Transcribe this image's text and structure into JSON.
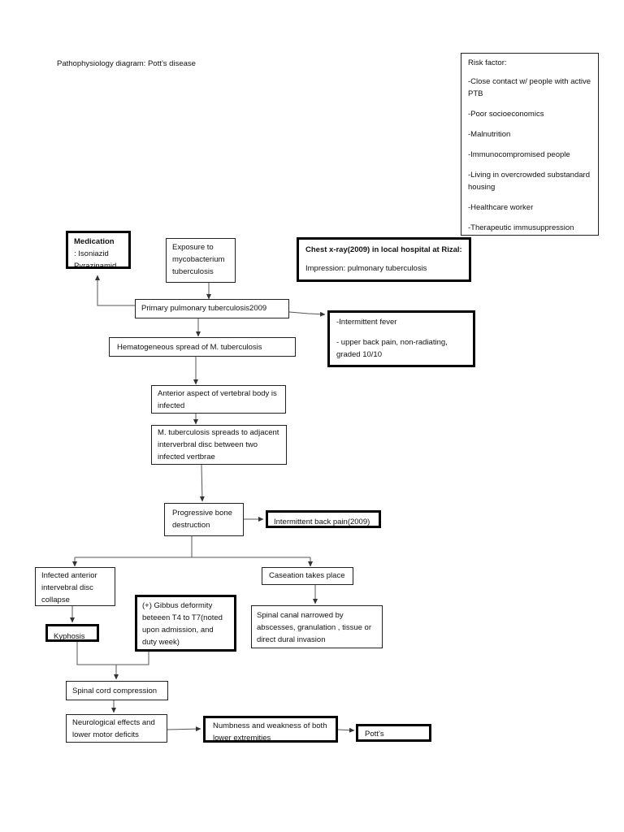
{
  "title": "Pathophysiology diagram: Pott’s disease",
  "risk": {
    "heading": "Risk factor:",
    "items": [
      "-Close contact w/ people with active PTB",
      "-Poor socioeconomics",
      "-Malnutrition",
      "-Immunocompromised people",
      "-Living in overcrowded substandard housing",
      "-Healthcare worker",
      "-Therapeutic immusuppression"
    ]
  },
  "medication": {
    "heading": "Medication",
    "line1": ": Isoniazid",
    "line2": "Pyrazinamid"
  },
  "exposure": "Exposure to mycobacterium tuberculosis",
  "xray": {
    "heading": "Chest x-ray(2009) in local hospital at Rizal:",
    "impression": "Impression: pulmonary tuberculosis"
  },
  "primary": "Primary pulmonary tuberculosis2009",
  "symptoms": {
    "line1": "-Intermittent fever",
    "line2": "- upper back pain, non-radiating, graded 10/10"
  },
  "hematogenous": "Hematogeneous spread of M. tuberculosis",
  "anterior": "Anterior aspect of vertebral body is infected",
  "spreads": "M. tuberculosis spreads to adjacent interverbral disc between two infected vertbrae",
  "progressive": "Progressive bone destruction",
  "back_pain": "Intermittent back pain(2009)",
  "disc_collapse": "Infected anterior intervebral disc collapse",
  "caseation": "Caseation takes place",
  "gibbus": "(+) Gibbus deformity beteeen T4 to T7(noted upon admission, and duty week)",
  "canal": "Spinal canal narrowed by abscesses, granulation , tissue or direct dural invasion",
  "kyphosis": "Kyphosis",
  "cord": "Spinal cord compression",
  "neuro": "Neurological effects and lower motor deficits",
  "numbness": "Numbness and weakness of both lower extremities",
  "potts": "Pott’s"
}
